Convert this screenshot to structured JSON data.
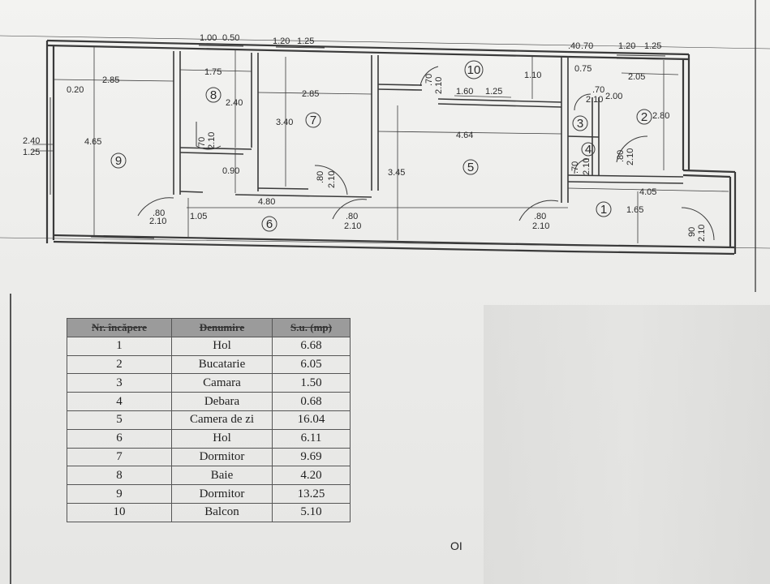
{
  "plan": {
    "room_numbers": [
      "1",
      "2",
      "3",
      "4",
      "5",
      "6",
      "7",
      "8",
      "9",
      "10"
    ],
    "dims": {
      "d_1_00": "1.00",
      "d_0_50": "0.50",
      "d_1_20a": "1.20",
      "d_1_25a": "1.25",
      "d_0_4": ".40",
      "d_0_70t": ".70",
      "d_1_20b": "1.20",
      "d_1_25b": "1.25",
      "d_0_20": "0.20",
      "d_2_85a": "2.85",
      "d_1_75": "1.75",
      "d_2_40a": "2.40",
      "d_2_85b": "2.85",
      "d_1_10": "1.10",
      "d_1_60": "1.60",
      "d_1_25c": "1.25",
      "d_0_75": "0.75",
      "d_2_05": "2.05",
      "d_2_00": "2.00",
      "d_2_80": "2.80",
      "d_2_40b": "2.40",
      "d_1_25d": "1.25",
      "d_4_65": "4.65",
      "d_3_40": "3.40",
      "d_4_64": "4.64",
      "d_3_45": "3.45",
      "d_0_90": "0.90",
      "d_4_80": "4.80",
      "d_4_05": "4.05",
      "d_1_05": "1.05",
      "d_1_65": "1.65",
      "door_70": ".70",
      "door_210": "2.10",
      "door_80": ".80",
      "door_80b": "80",
      "door_90": "90"
    }
  },
  "table": {
    "headers": [
      "Nr. încăpere",
      "Denumire",
      "S.u. (mp)"
    ],
    "rows": [
      {
        "nr": "1",
        "name": "Hol",
        "area": "6.68"
      },
      {
        "nr": "2",
        "name": "Bucatarie",
        "area": "6.05"
      },
      {
        "nr": "3",
        "name": "Camara",
        "area": "1.50"
      },
      {
        "nr": "4",
        "name": "Debara",
        "area": "0.68"
      },
      {
        "nr": "5",
        "name": "Camera de zi",
        "area": "16.04"
      },
      {
        "nr": "6",
        "name": "Hol",
        "area": "6.11"
      },
      {
        "nr": "7",
        "name": "Dormitor",
        "area": "9.69"
      },
      {
        "nr": "8",
        "name": "Baie",
        "area": "4.20"
      },
      {
        "nr": "9",
        "name": "Dormitor",
        "area": "13.25"
      },
      {
        "nr": "10",
        "name": "Balcon",
        "area": "5.10"
      }
    ]
  },
  "page_mark": "OI"
}
